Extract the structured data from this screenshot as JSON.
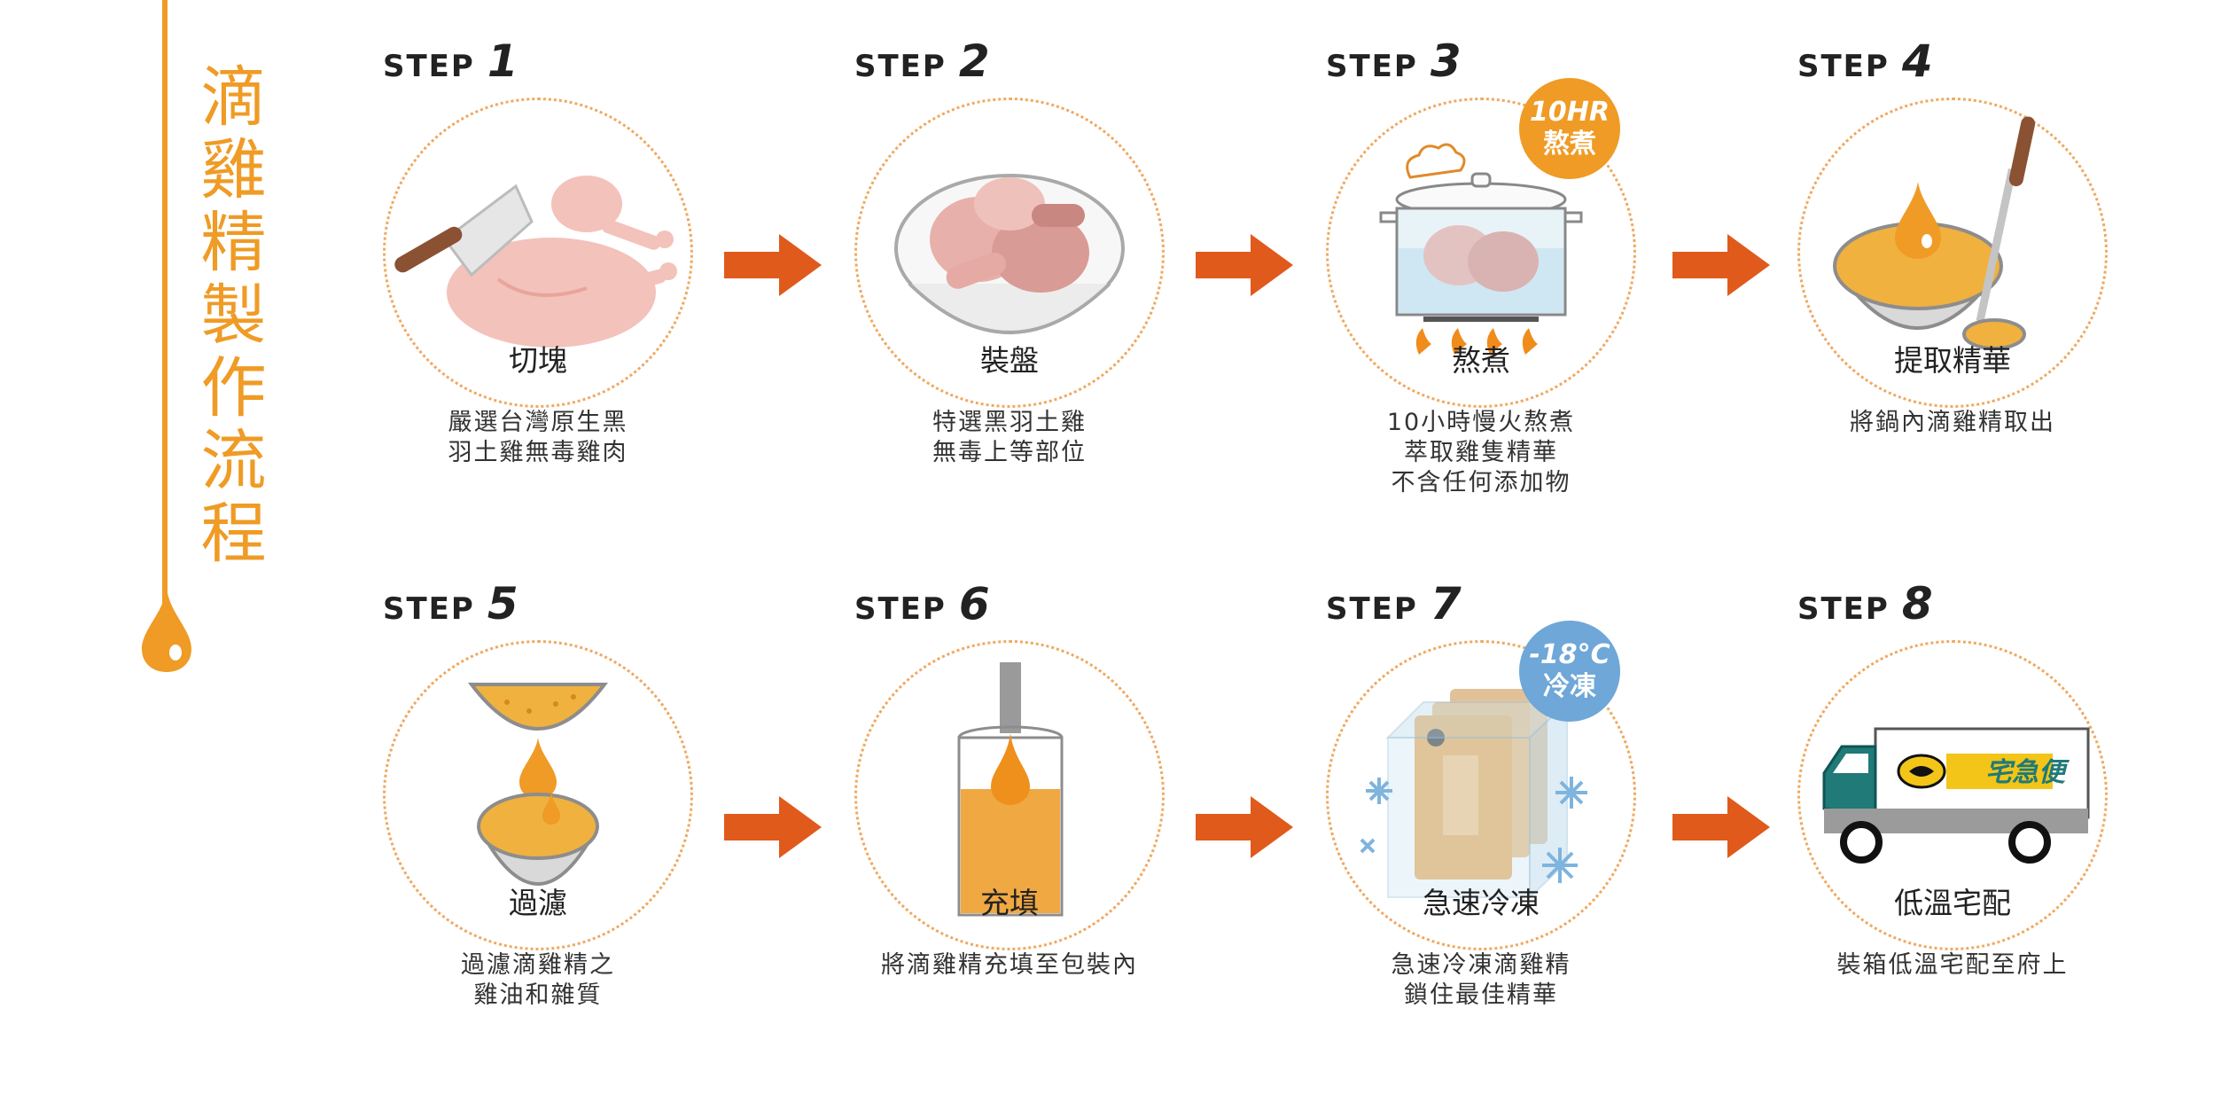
{
  "title": "滴雞精製作流程",
  "colors": {
    "accent": "#ef9b25",
    "arrow": "#e05a1c",
    "freeze": "#6ea7d8",
    "soup": "#f0b13f"
  },
  "steps": [
    {
      "word": "STEP",
      "num": "1",
      "name": "切塊",
      "desc": "嚴選台灣原生黑\n羽土雞無毒雞肉",
      "icon": "cleaver-chicken-icon"
    },
    {
      "word": "STEP",
      "num": "2",
      "name": "裝盤",
      "desc": "特選黑羽土雞\n無毒上等部位",
      "icon": "chicken-bowl-icon"
    },
    {
      "word": "STEP",
      "num": "3",
      "name": "熬煮",
      "desc": "10小時慢火熬煮\n萃取雞隻精華\n不含任何添加物",
      "icon": "steaming-pot-icon",
      "badge_line1": "10HR",
      "badge_line2": "熬煮"
    },
    {
      "word": "STEP",
      "num": "4",
      "name": "提取精華",
      "desc": "將鍋內滴雞精取出",
      "icon": "ladle-bowl-icon"
    },
    {
      "word": "STEP",
      "num": "5",
      "name": "過濾",
      "desc": "過濾滴雞精之\n雞油和雜質",
      "icon": "filter-drip-icon"
    },
    {
      "word": "STEP",
      "num": "6",
      "name": "充填",
      "desc": "將滴雞精充填至包裝內",
      "icon": "filling-container-icon"
    },
    {
      "word": "STEP",
      "num": "7",
      "name": "急速冷凍",
      "desc": "急速冷凍滴雞精\n鎖住最佳精華",
      "icon": "frozen-pack-icon",
      "badge_line1": "-18°C",
      "badge_line2": "冷凍"
    },
    {
      "word": "STEP",
      "num": "8",
      "name": "低溫宅配",
      "desc": "裝箱低溫宅配至府上",
      "icon": "delivery-truck-icon",
      "truck_label": "宅急便"
    }
  ]
}
